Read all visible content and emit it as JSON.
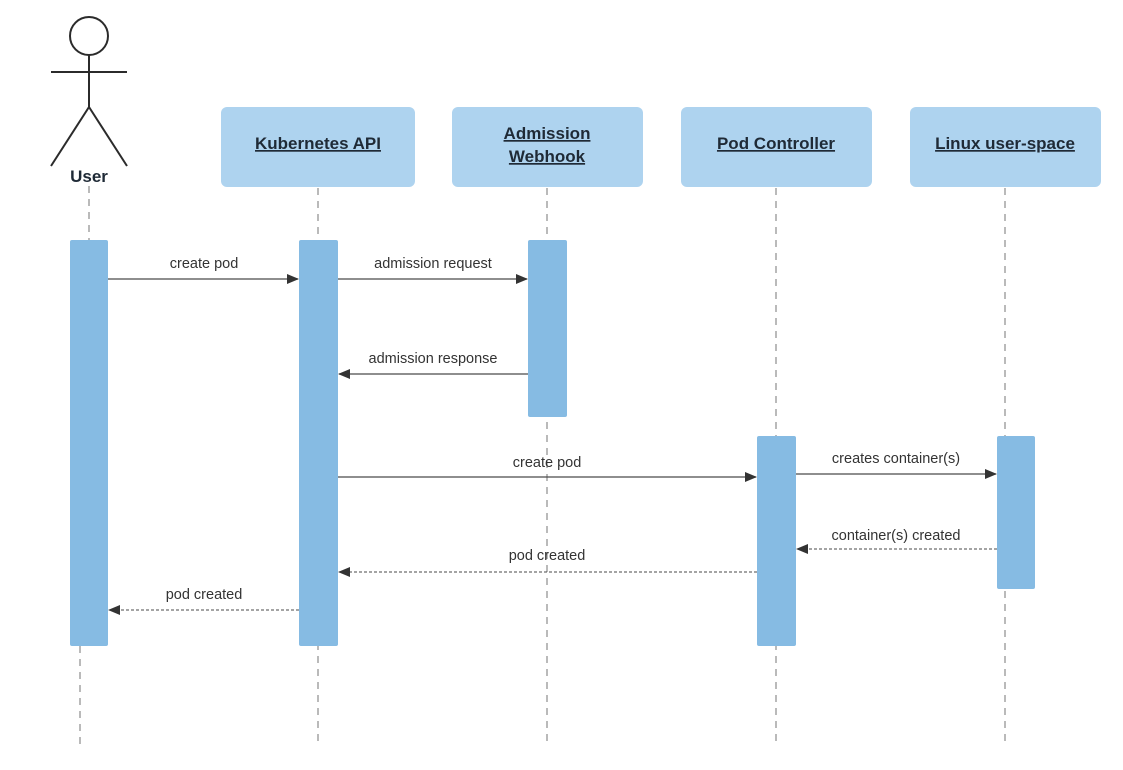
{
  "actor": {
    "label": "User"
  },
  "participants": [
    {
      "id": "api",
      "label_lines": [
        "Kubernetes API"
      ]
    },
    {
      "id": "webhook",
      "label_lines": [
        "Admission",
        "Webhook"
      ]
    },
    {
      "id": "controller",
      "label_lines": [
        "Pod Controller"
      ]
    },
    {
      "id": "linux",
      "label_lines": [
        "Linux user-space"
      ]
    }
  ],
  "messages": [
    {
      "from": "User",
      "to": "Kubernetes API",
      "label": "create pod",
      "style": "solid"
    },
    {
      "from": "Kubernetes API",
      "to": "Admission Webhook",
      "label": "admission request",
      "style": "solid"
    },
    {
      "from": "Admission Webhook",
      "to": "Kubernetes API",
      "label": "admission response",
      "style": "solid"
    },
    {
      "from": "Kubernetes API",
      "to": "Pod Controller",
      "label": "create pod",
      "style": "solid"
    },
    {
      "from": "Pod Controller",
      "to": "Linux user-space",
      "label": "creates container(s)",
      "style": "solid"
    },
    {
      "from": "Linux user-space",
      "to": "Pod Controller",
      "label": "container(s) created",
      "style": "dashed"
    },
    {
      "from": "Pod Controller",
      "to": "Kubernetes API",
      "label": "pod created",
      "style": "dashed"
    },
    {
      "from": "Kubernetes API",
      "to": "User",
      "label": "pod created",
      "style": "dashed"
    }
  ],
  "colors": {
    "participant_box": "#aed3ef",
    "activation_bar": "#86bbe3",
    "arrow": "#4a4a4a",
    "lifeline": "#8c8c8c"
  }
}
